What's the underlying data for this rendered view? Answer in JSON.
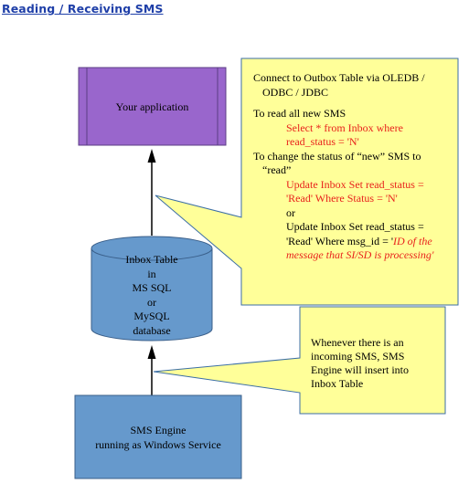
{
  "page": {
    "title": "Reading / Receiving SMS"
  },
  "nodes": {
    "app": {
      "label": "Your application"
    },
    "inbox": {
      "lines": [
        "Inbox Table",
        "in",
        "MS SQL",
        "or",
        "MySQL",
        "database"
      ]
    },
    "engine": {
      "lines": [
        "SMS Engine",
        "running as Windows Service"
      ]
    }
  },
  "callouts": {
    "top": {
      "connect_1": "Connect to Outbox Table via OLEDB /",
      "connect_2": "ODBC / JDBC",
      "read_intro": "To read all new SMS",
      "select_1": "Select * from Inbox where",
      "select_2": "read_status = 'N'",
      "change_1": "To change the status of “new” SMS to",
      "change_2": "“read”",
      "update1_1": "Update Inbox Set read_status =",
      "update1_2": "'Read' Where Status = 'N'",
      "or_word": "or",
      "update2_1": "Update Inbox Set read_status =",
      "update2_2_prefix": "'Read' Where msg_id = '",
      "update2_2_ital": "ID of the",
      "update2_3": "message that SI/SD is processing'"
    },
    "bottom": {
      "lines": [
        "Whenever there is an",
        "incoming SMS, SMS",
        "Engine will insert into",
        "Inbox  Table"
      ]
    }
  },
  "colors": {
    "title": "#1f3fa8",
    "app_fill": "#9966cc",
    "db_fill": "#6699cc",
    "engine_fill": "#6699cc",
    "callout_fill": "#ffff99",
    "highlight_text": "#e8221c"
  }
}
